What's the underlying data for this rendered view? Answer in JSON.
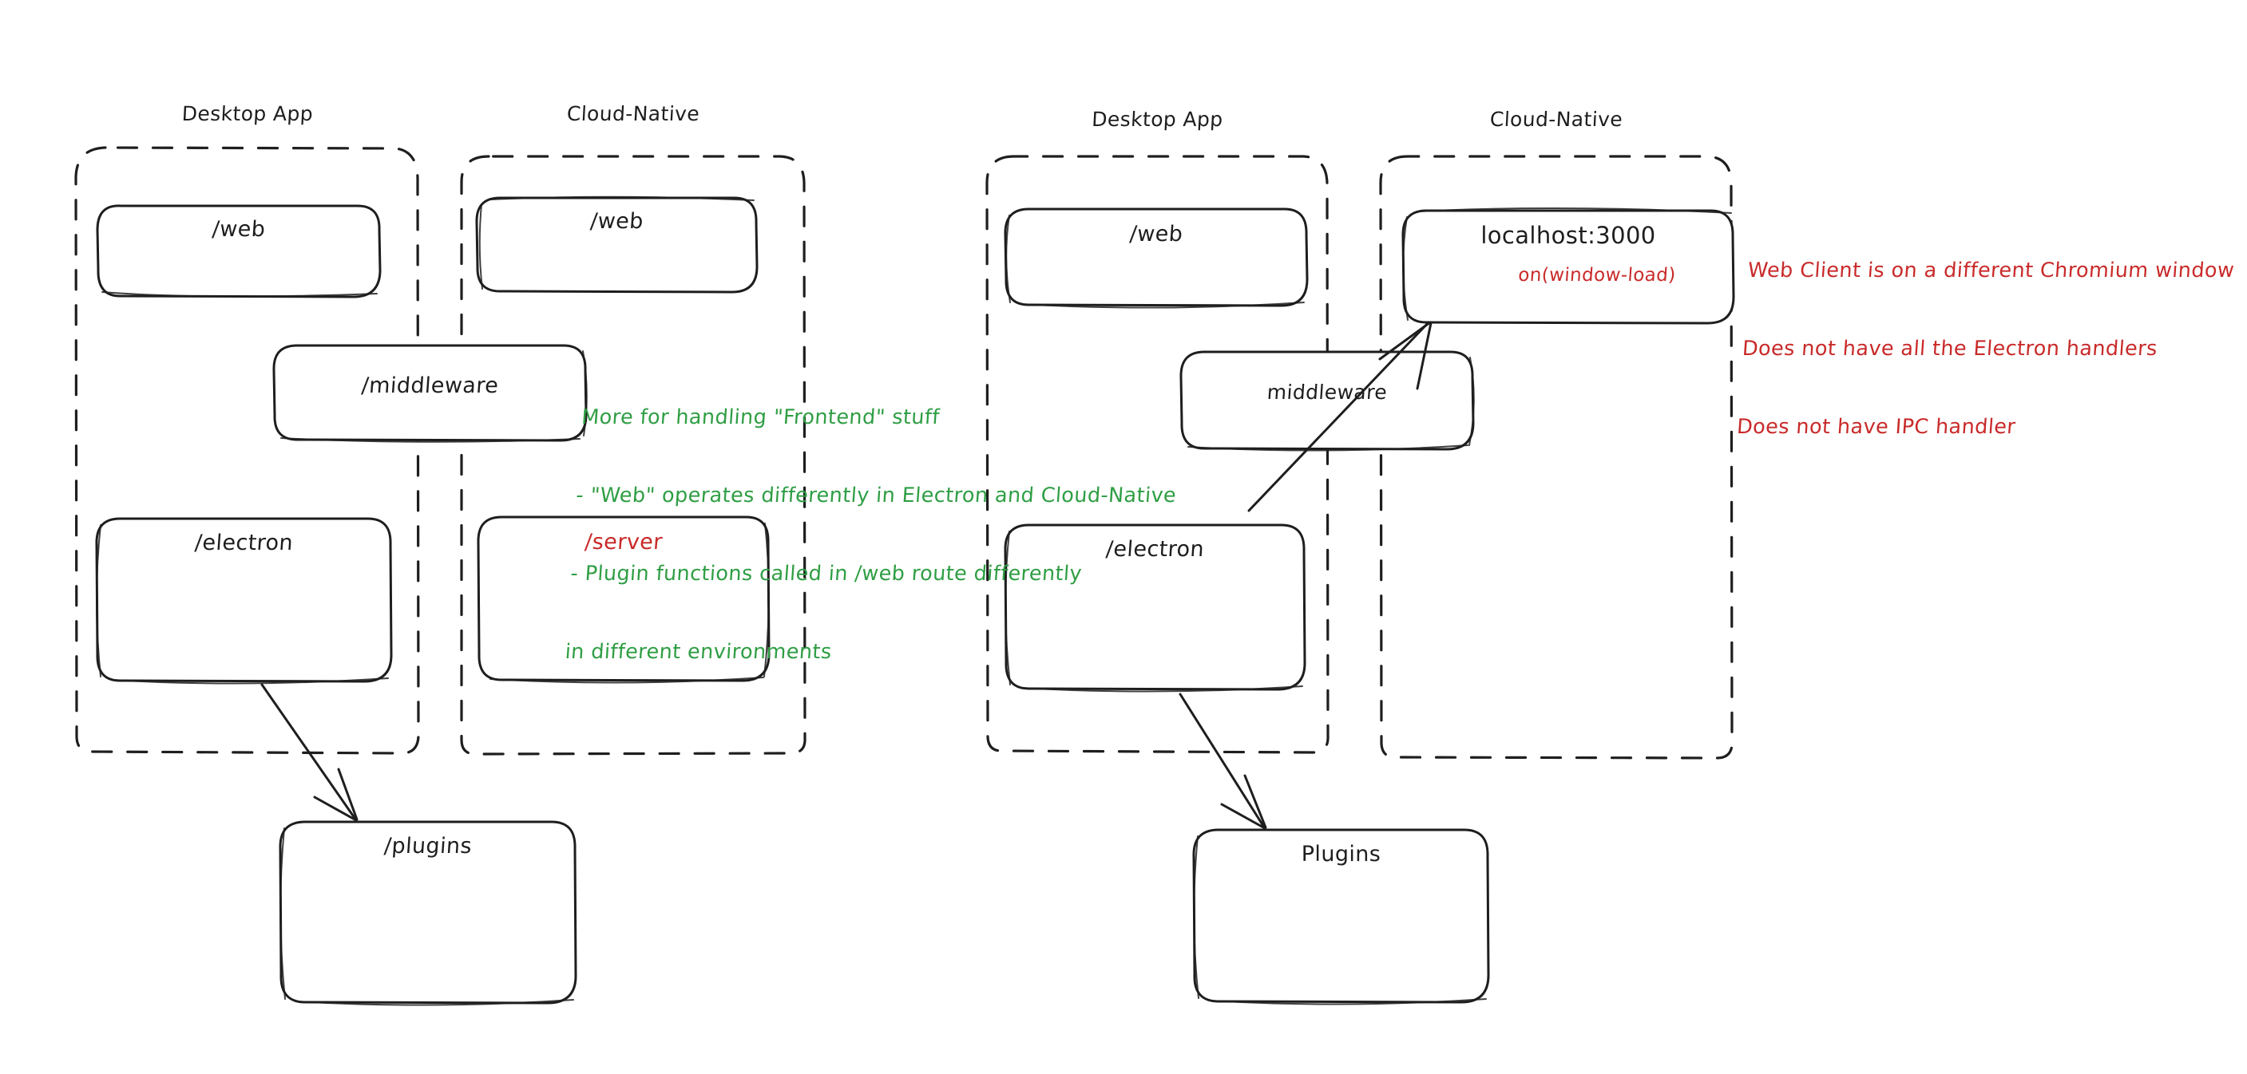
{
  "canvas": {
    "background": "#ffffff",
    "ink": "#1e1e1e",
    "accent_green": "#2f9e44",
    "accent_red": "#c92a2a"
  },
  "diagram_left": {
    "groups": [
      {
        "title": "Desktop App"
      },
      {
        "title": "Cloud-Native"
      }
    ],
    "boxes": [
      {
        "label": "/web"
      },
      {
        "label": "/web"
      },
      {
        "label": "/middleware"
      },
      {
        "label": "/electron"
      },
      {
        "label": "/server"
      },
      {
        "label": "/plugins"
      }
    ],
    "note_green": {
      "line1": "More for handling \"Frontend\" stuff",
      "line2": "- \"Web\" operates differently in Electron and Cloud-Native",
      "line3": "- Plugin functions called in /web route differently",
      "line4": "in different environments"
    }
  },
  "diagram_right": {
    "groups": [
      {
        "title": "Desktop App"
      },
      {
        "title": "Cloud-Native"
      }
    ],
    "boxes": [
      {
        "label": "/web"
      },
      {
        "label": "localhost:3000",
        "sub_label": "on(window-load)"
      },
      {
        "label": "middleware"
      },
      {
        "label": "/electron"
      },
      {
        "label": "Plugins"
      }
    ],
    "note_red": {
      "line1": "Web Client is on a different Chromium window",
      "line2": "Does not have all the Electron handlers",
      "line3": "Does not have IPC handler"
    }
  }
}
